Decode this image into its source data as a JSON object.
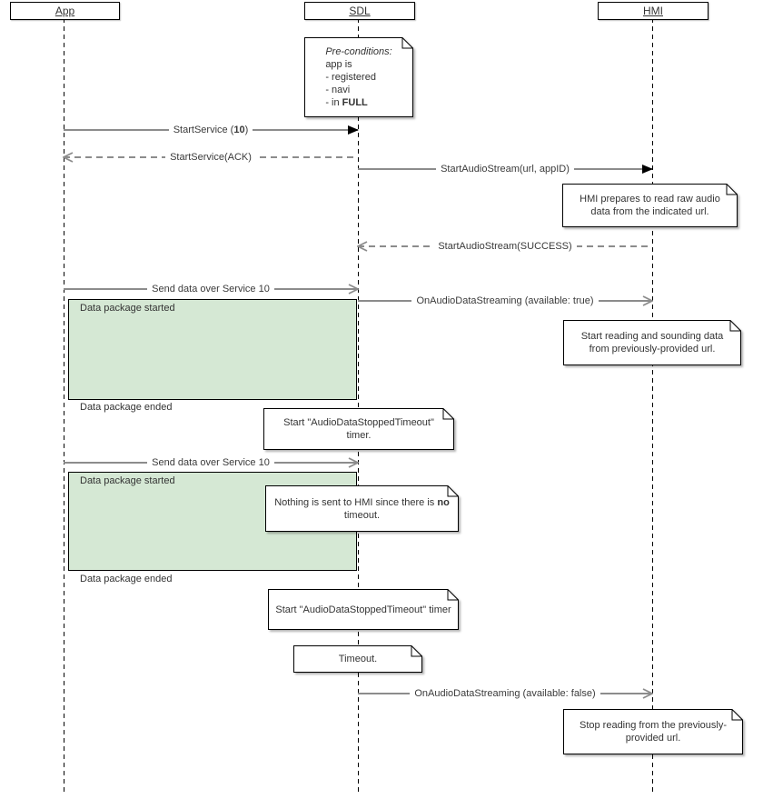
{
  "actors": [
    {
      "name": "App"
    },
    {
      "name": "SDL"
    },
    {
      "name": "HMI"
    }
  ],
  "precondition": {
    "title": "Pre-conditions:",
    "line2": "app is",
    "line3": "- registered",
    "line4": "- navi",
    "line5_pre": "- in ",
    "line5_bold": "FULL"
  },
  "messages": {
    "start_service": {
      "pre": "StartService (",
      "bold": "10",
      "post": ")"
    },
    "start_service_ack": "StartService(ACK)",
    "start_audio_stream": "StartAudioStream(url, appID)",
    "start_audio_stream_success": "StartAudioStream(SUCCESS)",
    "send_data_1": "Send data over Service 10",
    "on_audio_streaming_true": "OnAudioDataStreaming (available: true)",
    "send_data_2": "Send data over Service 10",
    "on_audio_streaming_false": "OnAudioDataStreaming (available: false)"
  },
  "notes": {
    "hmi_prepares": "HMI prepares to read raw audio data from the indicated url.",
    "start_reading": "Start reading and sounding data from previously-provided url.",
    "timer_first": "Start \"AudioDataStoppedTimeout\" timer.",
    "nothing_sent": {
      "pre": "Nothing is sent to HMI since there is ",
      "bold": "no",
      "post": " timeout."
    },
    "timer_second": "Start \"AudioDataStoppedTimeout\" timer",
    "timeout": "Timeout.",
    "stop_reading": "Stop reading from the previously-provided url."
  },
  "packages": [
    {
      "started": "Data package started",
      "ended": "Data package ended"
    },
    {
      "started": "Data package started",
      "ended": "Data package ended"
    }
  ],
  "colors": {
    "package_fill": "#d5e8d4",
    "line_gray": "#8c8c8c",
    "arrowhead_black": "#000000"
  }
}
